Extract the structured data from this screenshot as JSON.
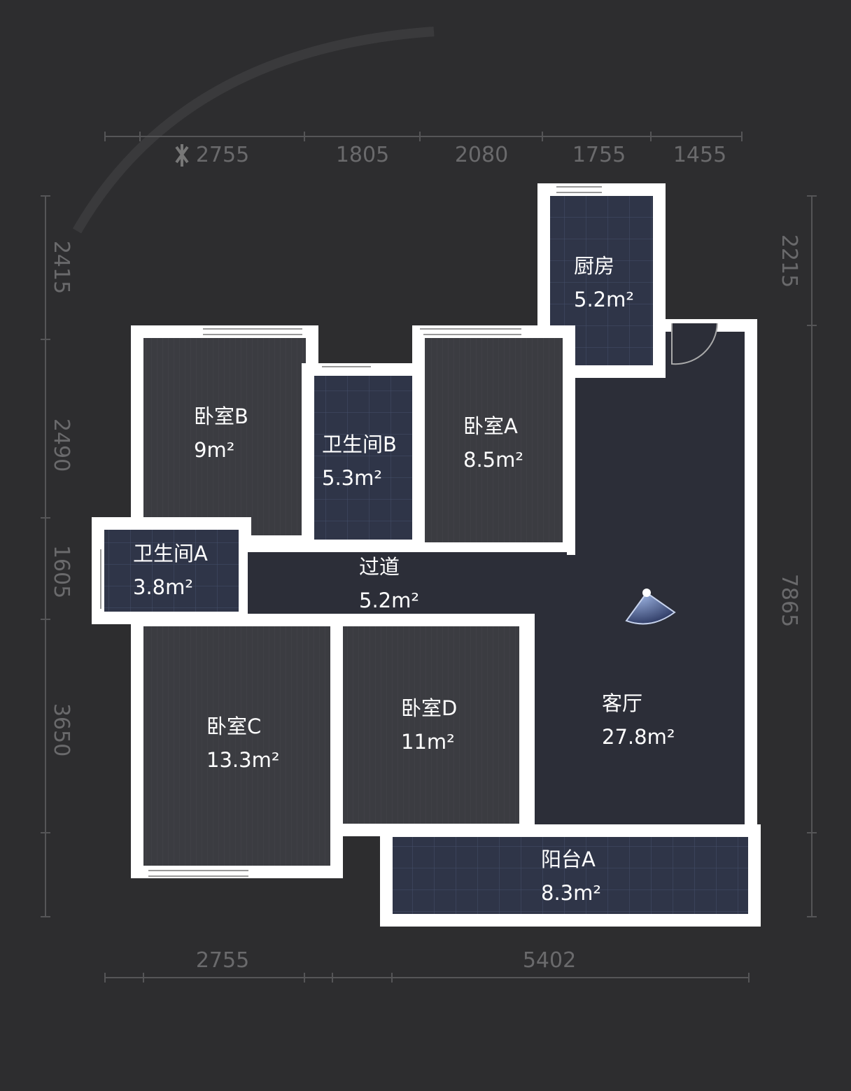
{
  "dimensions": {
    "top": [
      "2755",
      "1805",
      "2080",
      "1755",
      "1455"
    ],
    "bottom": [
      "2755",
      "5402"
    ],
    "left": [
      "2415",
      "2490",
      "1605",
      "3650"
    ],
    "right": [
      "2215",
      "7865"
    ]
  },
  "rooms": [
    {
      "name": "厨房",
      "area": "5.2m²"
    },
    {
      "name": "卧室B",
      "area": "9m²"
    },
    {
      "name": "卫生间B",
      "area": "5.3m²"
    },
    {
      "name": "卧室A",
      "area": "8.5m²"
    },
    {
      "name": "卫生间A",
      "area": "3.8m²"
    },
    {
      "name": "过道",
      "area": "5.2m²"
    },
    {
      "name": "卧室C",
      "area": "13.3m²"
    },
    {
      "name": "卧室D",
      "area": "11m²"
    },
    {
      "name": "客厅",
      "area": "27.8m²"
    },
    {
      "name": "阳台A",
      "area": "8.3m²"
    }
  ],
  "icons": {
    "compass": "view-direction-icon",
    "top_overlay": "fan-icon"
  },
  "colors": {
    "background": "#2d2d2f",
    "wall": "#ffffff",
    "tile_floor": "#2f3548",
    "wood_floor": "#3b3c41",
    "living_floor": "#2c2e38",
    "view_cone": "#5a77b8"
  }
}
